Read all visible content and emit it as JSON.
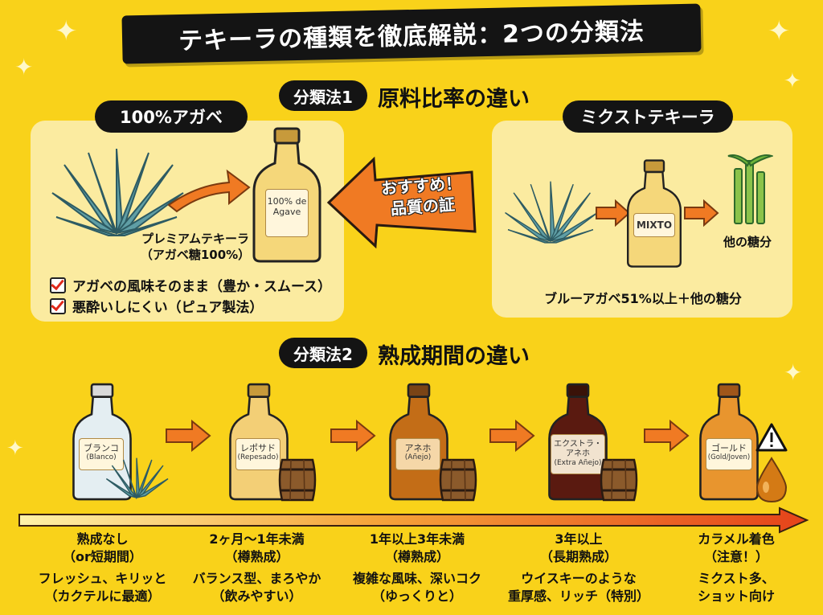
{
  "title": "テキーラの種類を徹底解説：2つの分類法",
  "method1": {
    "badge": "分類法1",
    "heading": "原料比率の違い",
    "agave100": {
      "badge": "100%アガベ",
      "bottle_label": "100% de Agave",
      "name": "プレミアムテキーラ",
      "sub": "（アガベ糖100%）",
      "checks": [
        "アガベの風味そのまま（豊か・スムース）",
        "悪酔いしにくい（ピュア製法）"
      ]
    },
    "recommend": [
      "おすすめ！",
      "品質の証"
    ],
    "mixto": {
      "badge": "ミクストテキーラ",
      "bottle_label": "MIXTO",
      "sugar_label": "他の糖分",
      "caption": "ブルーアガベ51%以上＋他の糖分"
    }
  },
  "method2": {
    "badge": "分類法2",
    "heading": "熟成期間の違い",
    "stages": [
      {
        "label_jp": "ブランコ",
        "label_es": "(Blanco)",
        "period": "熟成なし",
        "period2": "（or短期間）",
        "desc1": "フレッシュ、キリッと",
        "desc2": "（カクテルに最適）",
        "color": "#e4eef2"
      },
      {
        "label_jp": "レポサド",
        "label_es": "(Repesado)",
        "period": "2ヶ月〜1年未満",
        "period2": "（樽熟成）",
        "desc1": "バランス型、まろやか",
        "desc2": "（飲みやすい）",
        "color": "#f3cf76"
      },
      {
        "label_jp": "アネホ",
        "label_es": "(Añejo)",
        "period": "1年以上3年未満",
        "period2": "（樽熟成）",
        "desc1": "複雑な風味、深いコク",
        "desc2": "（ゆっくりと）",
        "color": "#c36d17"
      },
      {
        "label_jp": "エクストラ・アネホ",
        "label_es": "(Extra Añejo)",
        "period": "3年以上",
        "period2": "（長期熟成）",
        "desc1": "ウイスキーのような",
        "desc2": "重厚感、リッチ（特別）",
        "color": "#5a1a10"
      },
      {
        "label_jp": "ゴールド",
        "label_es": "(Gold/Joven)",
        "period": "カラメル着色",
        "period2": "（注意！）",
        "desc1": "ミクスト多、",
        "desc2": "ショット向け",
        "color": "#e8952e"
      }
    ]
  },
  "colors": {
    "background": "#f9d21a",
    "arrow": "#f07a23",
    "agave": "#5f9ea5"
  }
}
